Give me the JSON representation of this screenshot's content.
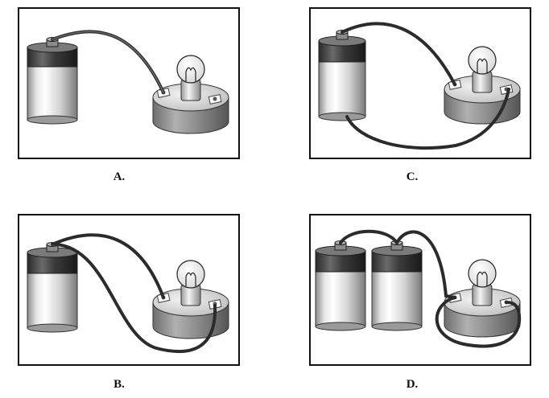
{
  "panels": [
    {
      "id": "A",
      "label": "A."
    },
    {
      "id": "C",
      "label": "C."
    },
    {
      "id": "B",
      "label": "B."
    },
    {
      "id": "D",
      "label": "D."
    }
  ]
}
